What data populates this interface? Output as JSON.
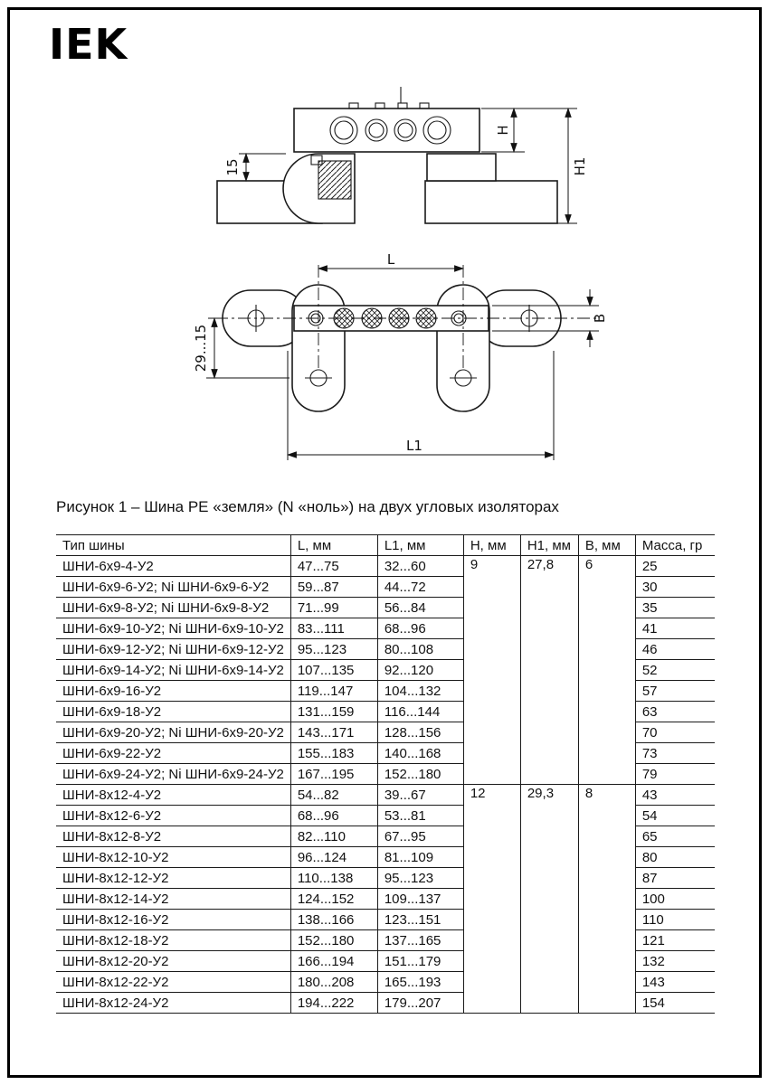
{
  "page": {
    "logo": "IEK",
    "figure_caption": "Рисунок 1 – Шина PE «земля» (N «ноль») на двух угловых изоляторах"
  },
  "drawing": {
    "labels": {
      "dim_15": "15",
      "dim_h": "Н",
      "dim_h1": "Н1",
      "dim_l": "L",
      "dim_l1": "L1",
      "dim_b": "В",
      "dim_29_15": "29...15"
    }
  },
  "table": {
    "headers": [
      "Тип шины",
      "L, мм",
      "L1, мм",
      "Н, мм",
      "Н1, мм",
      "В, мм",
      "Масса, гр"
    ],
    "groups": [
      {
        "h": "9",
        "h1": "27,8",
        "b": "6",
        "rows": [
          {
            "type": "ШНИ-6х9-4-У2",
            "l": "47...75",
            "l1": "32...60",
            "mass": "25"
          },
          {
            "type": "ШНИ-6х9-6-У2; Ni ШНИ-6х9-6-У2",
            "l": "59...87",
            "l1": "44...72",
            "mass": "30"
          },
          {
            "type": "ШНИ-6х9-8-У2; Ni ШНИ-6х9-8-У2",
            "l": "71...99",
            "l1": "56...84",
            "mass": "35"
          },
          {
            "type": "ШНИ-6х9-10-У2; Ni ШНИ-6х9-10-У2",
            "l": "83...111",
            "l1": "68...96",
            "mass": "41"
          },
          {
            "type": "ШНИ-6х9-12-У2; Ni ШНИ-6х9-12-У2",
            "l": "95...123",
            "l1": "80...108",
            "mass": "46"
          },
          {
            "type": "ШНИ-6х9-14-У2; Ni ШНИ-6х9-14-У2",
            "l": "107...135",
            "l1": "92...120",
            "mass": "52"
          },
          {
            "type": "ШНИ-6х9-16-У2",
            "l": "119...147",
            "l1": "104...132",
            "mass": "57"
          },
          {
            "type": "ШНИ-6х9-18-У2",
            "l": "131...159",
            "l1": "116...144",
            "mass": "63"
          },
          {
            "type": "ШНИ-6х9-20-У2; Ni ШНИ-6х9-20-У2",
            "l": "143...171",
            "l1": "128...156",
            "mass": "70"
          },
          {
            "type": "ШНИ-6х9-22-У2",
            "l": "155...183",
            "l1": "140...168",
            "mass": "73"
          },
          {
            "type": "ШНИ-6х9-24-У2; Ni ШНИ-6х9-24-У2",
            "l": "167...195",
            "l1": "152...180",
            "mass": "79"
          }
        ]
      },
      {
        "h": "12",
        "h1": "29,3",
        "b": "8",
        "rows": [
          {
            "type": "ШНИ-8х12-4-У2",
            "l": "54...82",
            "l1": "39...67",
            "mass": "43"
          },
          {
            "type": "ШНИ-8х12-6-У2",
            "l": "68...96",
            "l1": "53...81",
            "mass": "54"
          },
          {
            "type": "ШНИ-8х12-8-У2",
            "l": "82...110",
            "l1": "67...95",
            "mass": "65"
          },
          {
            "type": "ШНИ-8х12-10-У2",
            "l": "96...124",
            "l1": "81...109",
            "mass": "80"
          },
          {
            "type": "ШНИ-8х12-12-У2",
            "l": "110...138",
            "l1": "95...123",
            "mass": "87"
          },
          {
            "type": "ШНИ-8х12-14-У2",
            "l": "124...152",
            "l1": "109...137",
            "mass": "100"
          },
          {
            "type": "ШНИ-8х12-16-У2",
            "l": "138...166",
            "l1": "123...151",
            "mass": "110"
          },
          {
            "type": "ШНИ-8х12-18-У2",
            "l": "152...180",
            "l1": "137...165",
            "mass": "121"
          },
          {
            "type": "ШНИ-8х12-20-У2",
            "l": "166...194",
            "l1": "151...179",
            "mass": "132"
          },
          {
            "type": "ШНИ-8х12-22-У2",
            "l": "180...208",
            "l1": "165...193",
            "mass": "143"
          },
          {
            "type": "ШНИ-8х12-24-У2",
            "l": "194...222",
            "l1": "179...207",
            "mass": "154"
          }
        ]
      }
    ]
  }
}
